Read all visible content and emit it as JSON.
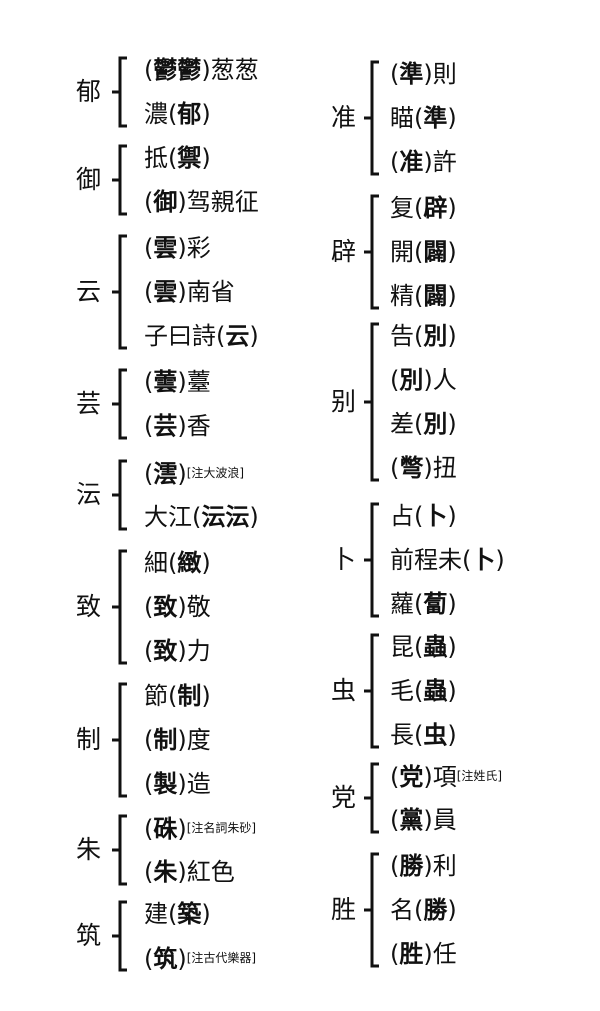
{
  "left_column": [
    {
      "head": "郁",
      "items": [
        [
          {
            "t": "(",
            "b": false
          },
          {
            "t": "鬱鬱",
            "b": true
          },
          {
            "t": ")葱葱",
            "b": false
          }
        ],
        [
          {
            "t": "濃(",
            "b": false
          },
          {
            "t": "郁",
            "b": true
          },
          {
            "t": ")",
            "b": false
          }
        ]
      ]
    },
    {
      "head": "御",
      "items": [
        [
          {
            "t": "抵(",
            "b": false
          },
          {
            "t": "禦",
            "b": true
          },
          {
            "t": ")",
            "b": false
          }
        ],
        [
          {
            "t": "(",
            "b": false
          },
          {
            "t": "御",
            "b": true
          },
          {
            "t": ")驾親征",
            "b": false
          }
        ]
      ]
    },
    {
      "head": "云",
      "items": [
        [
          {
            "t": "(",
            "b": false
          },
          {
            "t": "雲",
            "b": true
          },
          {
            "t": ")彩",
            "b": false
          }
        ],
        [
          {
            "t": "(",
            "b": false
          },
          {
            "t": "雲",
            "b": true
          },
          {
            "t": ")南省",
            "b": false
          }
        ],
        [
          {
            "t": "子曰詩(",
            "b": false
          },
          {
            "t": "云",
            "b": true
          },
          {
            "t": ")",
            "b": false
          }
        ]
      ]
    },
    {
      "head": "芸",
      "items": [
        [
          {
            "t": "(",
            "b": false
          },
          {
            "t": "蕓",
            "b": true
          },
          {
            "t": ")薹",
            "b": false
          }
        ],
        [
          {
            "t": "(",
            "b": false
          },
          {
            "t": "芸",
            "b": true
          },
          {
            "t": ")香",
            "b": false
          }
        ]
      ]
    },
    {
      "head": "沄",
      "items": [
        [
          {
            "t": "(",
            "b": false
          },
          {
            "t": "澐",
            "b": true
          },
          {
            "t": ")",
            "b": false
          },
          {
            "t": "[注大波浪]",
            "b": false,
            "n": true
          }
        ],
        [
          {
            "t": "大江(",
            "b": false
          },
          {
            "t": "沄沄",
            "b": true
          },
          {
            "t": ")",
            "b": false
          }
        ]
      ]
    },
    {
      "head": "致",
      "items": [
        [
          {
            "t": "細(",
            "b": false
          },
          {
            "t": "緻",
            "b": true
          },
          {
            "t": ")",
            "b": false
          }
        ],
        [
          {
            "t": "(",
            "b": false
          },
          {
            "t": "致",
            "b": true
          },
          {
            "t": ")敬",
            "b": false
          }
        ],
        [
          {
            "t": "(",
            "b": false
          },
          {
            "t": "致",
            "b": true
          },
          {
            "t": ")力",
            "b": false
          }
        ]
      ]
    },
    {
      "head": "制",
      "items": [
        [
          {
            "t": "節(",
            "b": false
          },
          {
            "t": "制",
            "b": true
          },
          {
            "t": ")",
            "b": false
          }
        ],
        [
          {
            "t": "(",
            "b": false
          },
          {
            "t": "制",
            "b": true
          },
          {
            "t": ")度",
            "b": false
          }
        ],
        [
          {
            "t": "(",
            "b": false
          },
          {
            "t": "製",
            "b": true
          },
          {
            "t": ")造",
            "b": false
          }
        ]
      ]
    },
    {
      "head": "朱",
      "items": [
        [
          {
            "t": "(",
            "b": false
          },
          {
            "t": "硃",
            "b": true
          },
          {
            "t": ")",
            "b": false
          },
          {
            "t": "[注名詞朱砂]",
            "b": false,
            "n": true
          }
        ],
        [
          {
            "t": "(",
            "b": false
          },
          {
            "t": "朱",
            "b": true
          },
          {
            "t": ")紅色",
            "b": false
          }
        ]
      ]
    },
    {
      "head": "筑",
      "items": [
        [
          {
            "t": "建(",
            "b": false
          },
          {
            "t": "築",
            "b": true
          },
          {
            "t": ")",
            "b": false
          }
        ],
        [
          {
            "t": "(",
            "b": false
          },
          {
            "t": "筑",
            "b": true
          },
          {
            "t": ")",
            "b": false
          },
          {
            "t": "[注古代樂器]",
            "b": false,
            "n": true
          }
        ]
      ]
    }
  ],
  "right_column": [
    {
      "head": "准",
      "items": [
        [
          {
            "t": "(",
            "b": false
          },
          {
            "t": "準",
            "b": true
          },
          {
            "t": ")則",
            "b": false
          }
        ],
        [
          {
            "t": "瞄(",
            "b": false
          },
          {
            "t": "準",
            "b": true
          },
          {
            "t": ")",
            "b": false
          }
        ],
        [
          {
            "t": "(",
            "b": false
          },
          {
            "t": "准",
            "b": true
          },
          {
            "t": ")許",
            "b": false
          }
        ]
      ]
    },
    {
      "head": "辟",
      "items": [
        [
          {
            "t": "复(",
            "b": false
          },
          {
            "t": "辟",
            "b": true
          },
          {
            "t": ")",
            "b": false
          }
        ],
        [
          {
            "t": "開(",
            "b": false
          },
          {
            "t": "闢",
            "b": true
          },
          {
            "t": ")",
            "b": false
          }
        ],
        [
          {
            "t": "精(",
            "b": false
          },
          {
            "t": "闢",
            "b": true
          },
          {
            "t": ")",
            "b": false
          }
        ]
      ]
    },
    {
      "head": "别",
      "items": [
        [
          {
            "t": "告(",
            "b": false
          },
          {
            "t": "別",
            "b": true
          },
          {
            "t": ")",
            "b": false
          }
        ],
        [
          {
            "t": "(",
            "b": false
          },
          {
            "t": "別",
            "b": true
          },
          {
            "t": ")人",
            "b": false
          }
        ],
        [
          {
            "t": "差(",
            "b": false
          },
          {
            "t": "別",
            "b": true
          },
          {
            "t": ")",
            "b": false
          }
        ],
        [
          {
            "t": "(",
            "b": false
          },
          {
            "t": "彆",
            "b": true
          },
          {
            "t": ")扭",
            "b": false
          }
        ]
      ]
    },
    {
      "head": "卜",
      "items": [
        [
          {
            "t": "占(",
            "b": false
          },
          {
            "t": "卜",
            "b": true
          },
          {
            "t": ")",
            "b": false
          }
        ],
        [
          {
            "t": "前程未(",
            "b": false
          },
          {
            "t": "卜",
            "b": true
          },
          {
            "t": ")",
            "b": false
          }
        ],
        [
          {
            "t": "蘿(",
            "b": false
          },
          {
            "t": "蔔",
            "b": true
          },
          {
            "t": ")",
            "b": false
          }
        ]
      ]
    },
    {
      "head": "虫",
      "items": [
        [
          {
            "t": "昆(",
            "b": false
          },
          {
            "t": "蟲",
            "b": true
          },
          {
            "t": ")",
            "b": false
          }
        ],
        [
          {
            "t": "毛(",
            "b": false
          },
          {
            "t": "蟲",
            "b": true
          },
          {
            "t": ")",
            "b": false
          }
        ],
        [
          {
            "t": "長(",
            "b": false
          },
          {
            "t": "虫",
            "b": true
          },
          {
            "t": ")",
            "b": false
          }
        ]
      ]
    },
    {
      "head": "党",
      "items": [
        [
          {
            "t": "(",
            "b": false
          },
          {
            "t": "党",
            "b": true
          },
          {
            "t": ")項",
            "b": false
          },
          {
            "t": "[注姓氏]",
            "b": false,
            "n": true
          }
        ],
        [
          {
            "t": "(",
            "b": false
          },
          {
            "t": "黨",
            "b": true
          },
          {
            "t": ")員",
            "b": false
          }
        ]
      ]
    },
    {
      "head": "胜",
      "items": [
        [
          {
            "t": "(",
            "b": false
          },
          {
            "t": "勝",
            "b": true
          },
          {
            "t": ")利",
            "b": false
          }
        ],
        [
          {
            "t": "名(",
            "b": false
          },
          {
            "t": "勝",
            "b": true
          },
          {
            "t": ")",
            "b": false
          }
        ],
        [
          {
            "t": "(",
            "b": false
          },
          {
            "t": "胜",
            "b": true
          },
          {
            "t": ")任",
            "b": false
          }
        ]
      ]
    }
  ]
}
